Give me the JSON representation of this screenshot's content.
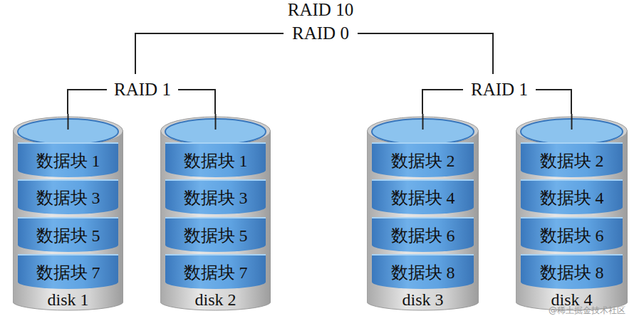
{
  "diagram": {
    "nodes": [
      {
        "text": [
          "disk 1"
        ]
      },
      {
        "text": [
          "数据块 1"
        ],
        "in": 0
      },
      {
        "text": [
          "数据块 3"
        ],
        "in": 0
      },
      {
        "text": [
          "数据块 5"
        ],
        "in": 0
      },
      {
        "text": [
          "数据块 7"
        ],
        "in": 0
      },
      {
        "text": [
          "disk 2"
        ]
      },
      {
        "text": [
          "数据块 1"
        ],
        "in": 5
      },
      {
        "text": [
          "数据块 3"
        ],
        "in": 5
      },
      {
        "text": [
          "数据块 5"
        ],
        "in": 5
      },
      {
        "text": [
          "数据块 7"
        ],
        "in": 5
      },
      {
        "text": [
          "disk 3"
        ]
      },
      {
        "text": [
          "数据块 2"
        ],
        "in": 10
      },
      {
        "text": [
          "数据块 4"
        ],
        "in": 10
      },
      {
        "text": [
          "数据块 6"
        ],
        "in": 10
      },
      {
        "text": [
          "数据块 8"
        ],
        "in": 10
      },
      {
        "text": [
          "disk 4"
        ]
      },
      {
        "text": [
          "数据块 2"
        ],
        "in": 15
      },
      {
        "text": [
          "数据块 4"
        ],
        "in": 15
      },
      {
        "text": [
          "数据块 6"
        ],
        "in": 15
      },
      {
        "text": [
          "数据块 8"
        ],
        "in": 15
      }
    ],
    "edges": [],
    "labels": [
      "RAID 10",
      "RAID 0",
      "RAID 1",
      "RAID 1",
      "@稀土掘金技术社区"
    ]
  }
}
